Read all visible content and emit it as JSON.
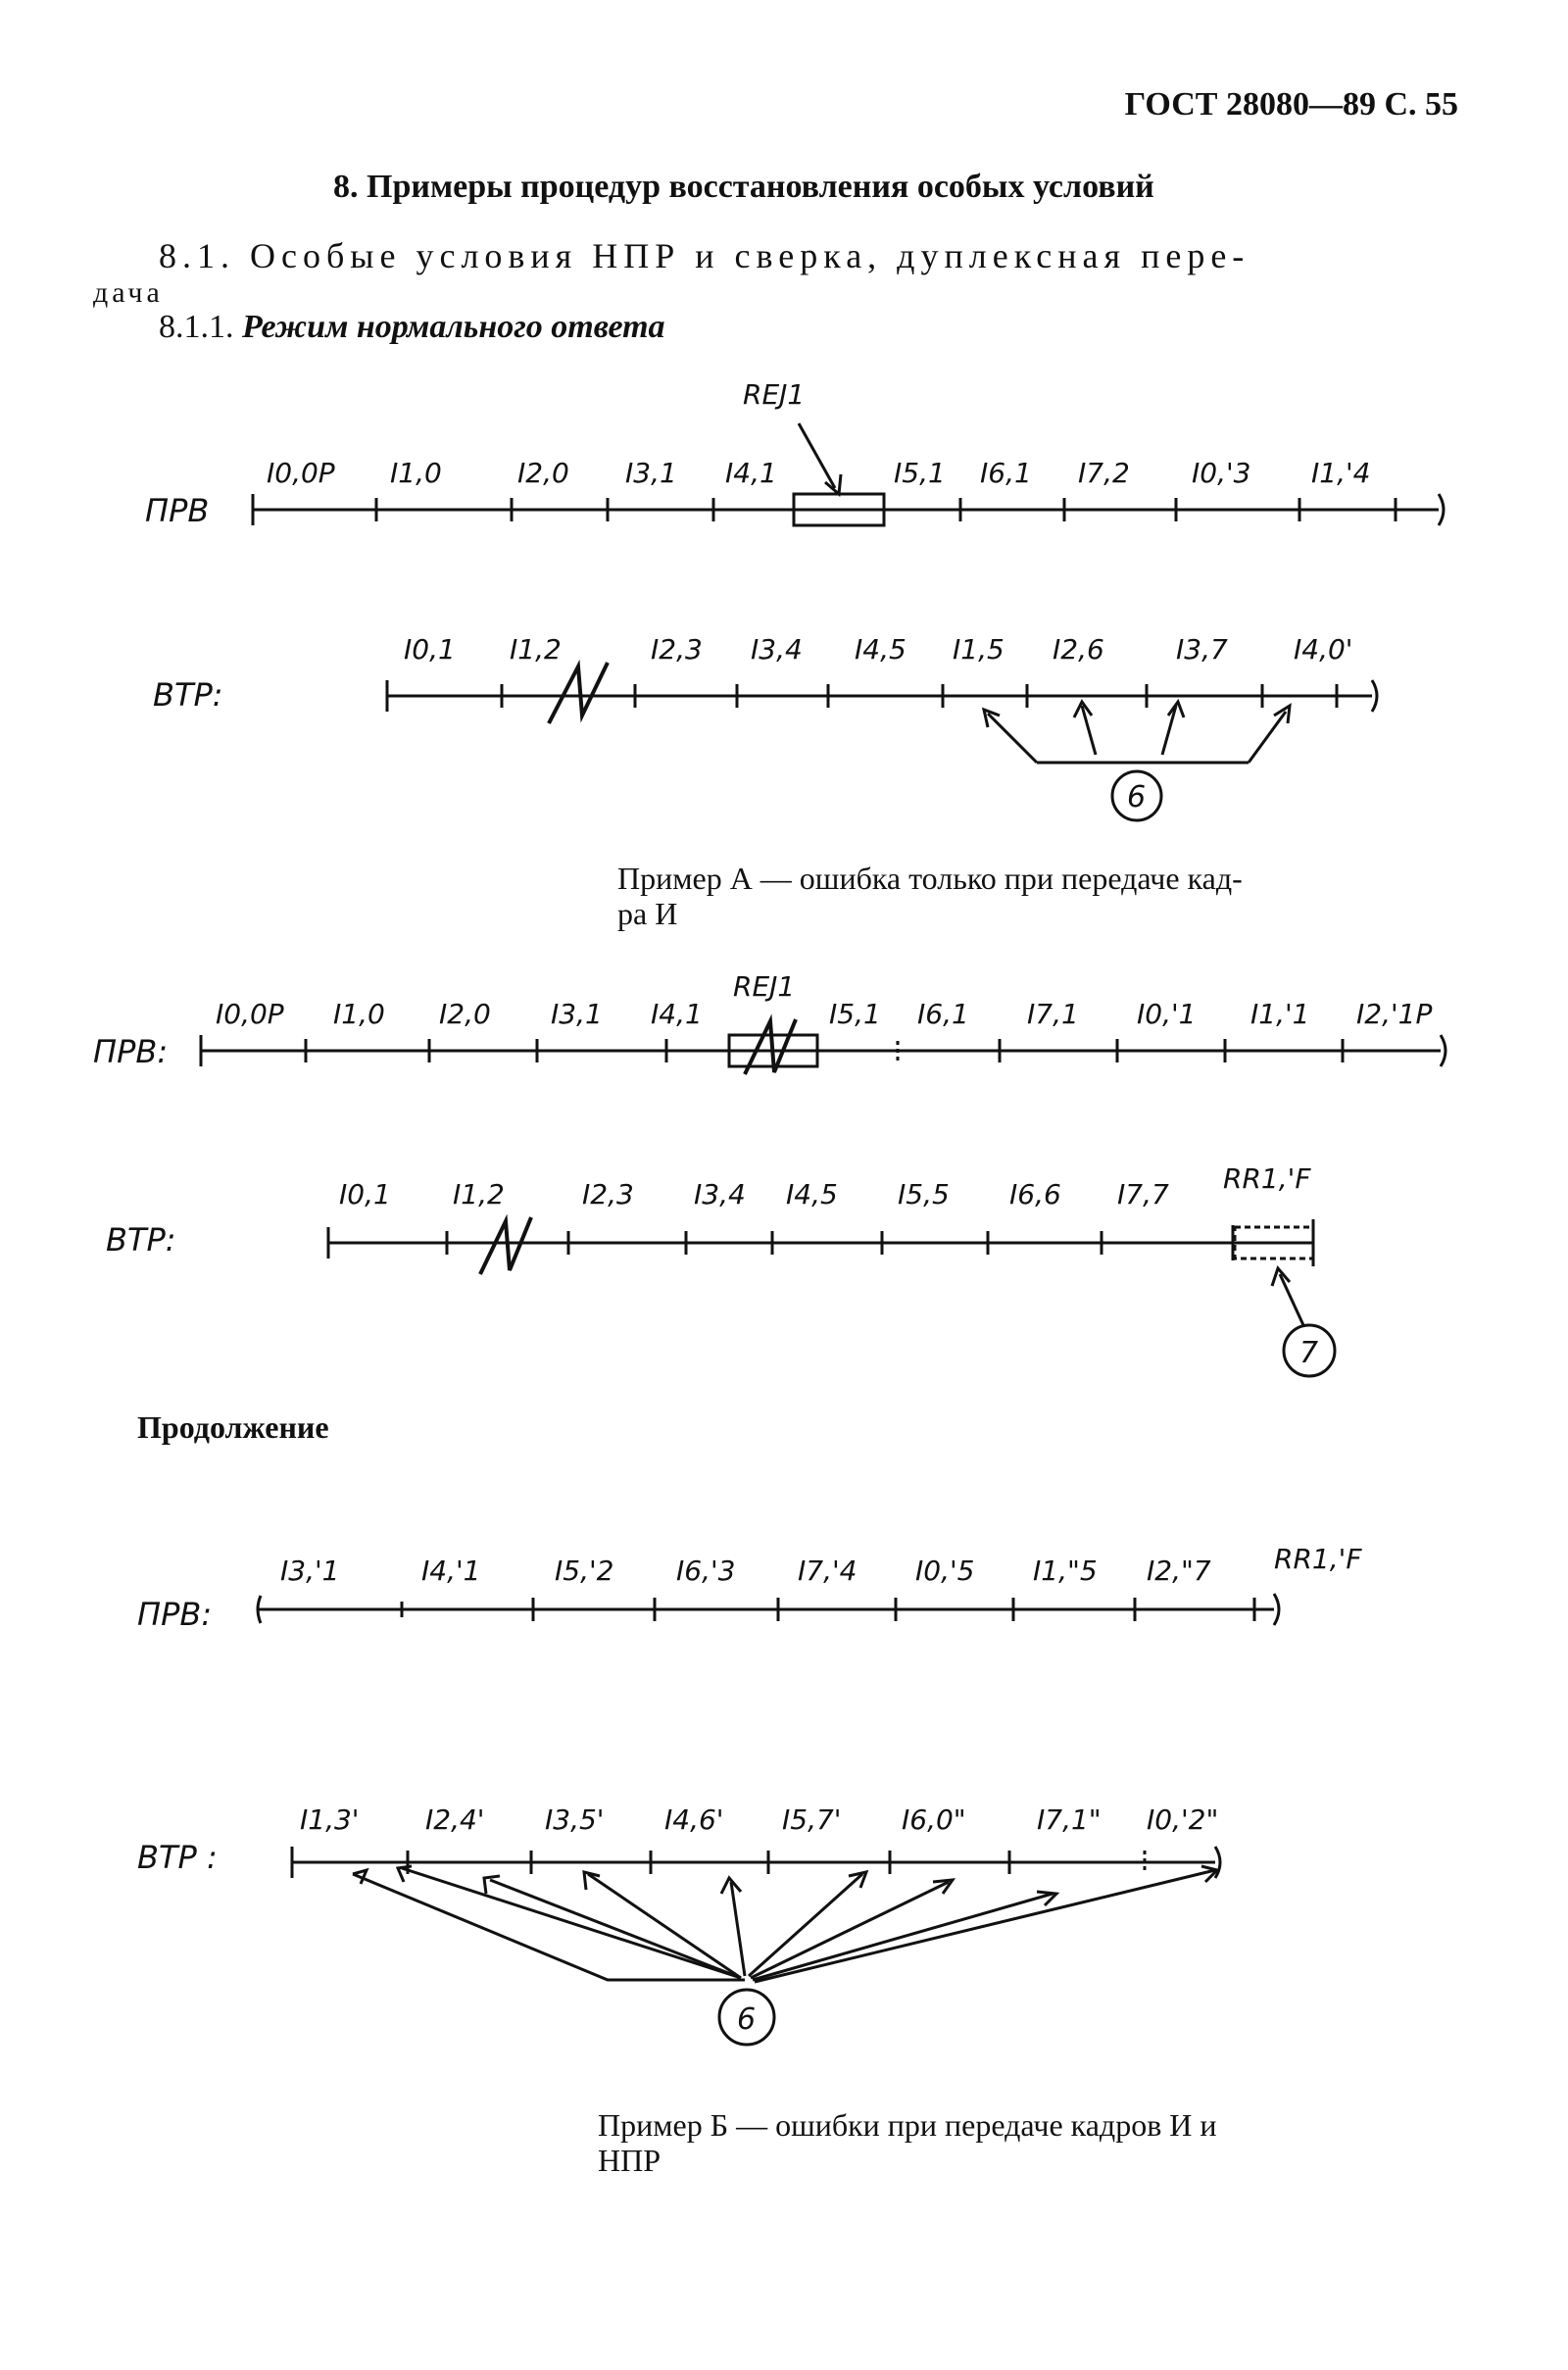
{
  "header": {
    "text": "ГОСТ 28080—89 С. 55"
  },
  "section": {
    "title": "8. Примеры процедур восстановления особых условий",
    "sub1_num": "8.1.",
    "sub1_line1": "Особые условия НПР и сверка, дуплексная пере-",
    "sub1_line2": "дача",
    "sub2_num": "8.1.1.",
    "sub2_title": "Режим нормального ответа"
  },
  "example_a": {
    "prv_row": "ПРВ",
    "btr_row": "ВТР:",
    "rej_label": "REJ1",
    "prv_labels": [
      "I0,0P",
      "I1,0",
      "I2,0",
      "I3,1",
      "I4,1",
      "I5,1",
      "I6,1",
      "I7,2",
      "I0,'3",
      "I1,'4"
    ],
    "btr_labels": [
      "I0,1",
      "I1,2",
      "I2,3",
      "I3,4",
      "I4,5",
      "I1,5",
      "I2,6",
      "I3,7",
      "I4,0'"
    ],
    "circle": "6",
    "caption_line1": "Пример А — ошибка только при передаче кад-",
    "caption_line2": "ра И"
  },
  "example_a2": {
    "prv_row": "ПРВ:",
    "btr_row": "ВТР:",
    "rej_label": "REJ1",
    "rr_label": "RR1,'F",
    "prv_labels": [
      "I0,0P",
      "I1,0",
      "I2,0",
      "I3,1",
      "I4,1",
      "I5,1",
      "I6,1",
      "I7,1",
      "I0,'1",
      "I1,'1",
      "I2,'1P"
    ],
    "btr_labels": [
      "I0,1",
      "I1,2",
      "I2,3",
      "I3,4",
      "I4,5",
      "I5,5",
      "I6,6",
      "I7,7"
    ],
    "circle": "7"
  },
  "continuation": {
    "label": "Продолжение"
  },
  "example_b": {
    "prv_row": "ПРВ:",
    "btr_row": "ВТР :",
    "rr_label": "RR1,'F",
    "prv_labels": [
      "I3,'1",
      "I4,'1",
      "I5,'2",
      "I6,'3",
      "I7,'4",
      "I0,'5",
      "I1,\"5",
      "I2,\"7"
    ],
    "btr_labels": [
      "I1,3'",
      "I2,4'",
      "I3,5'",
      "I4,6'",
      "I5,7'",
      "I6,0\"",
      "I7,1\"",
      "I0,'2\""
    ],
    "circle": "6",
    "caption_line1": "Пример Б — ошибки при передаче кадров И и",
    "caption_line2": "НПР"
  }
}
